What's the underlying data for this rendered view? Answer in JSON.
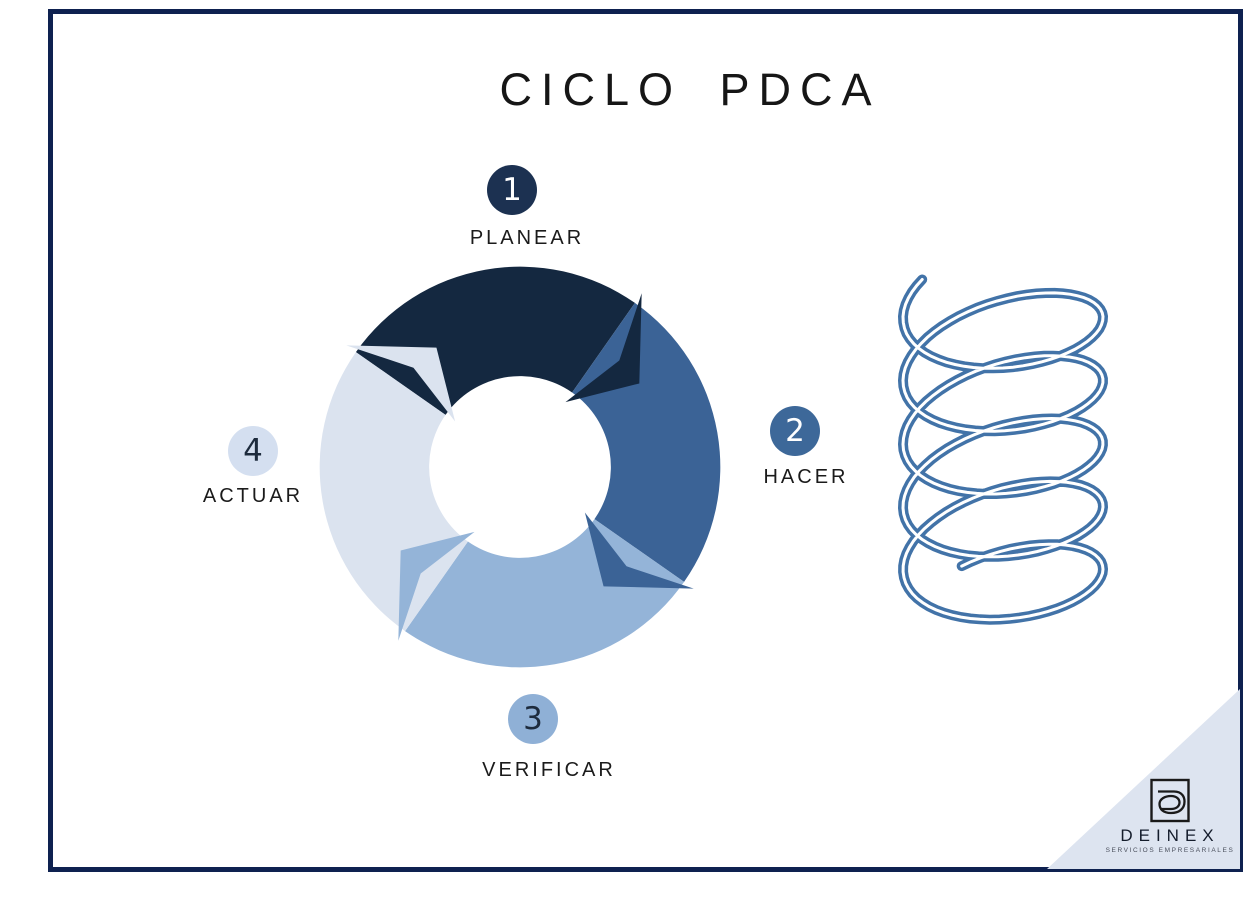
{
  "page": {
    "title": "CICLO PDCA"
  },
  "frame": {
    "border_color": "#0e2150"
  },
  "cycle": {
    "direction": "clockwise",
    "steps": [
      {
        "number": "1",
        "label": "Planear",
        "segment_color": "#142840",
        "badge_bg": "#1c3151",
        "badge_fg": "#ffffff"
      },
      {
        "number": "2",
        "label": "Hacer",
        "segment_color": "#3b6396",
        "badge_bg": "#3d6899",
        "badge_fg": "#ffffff"
      },
      {
        "number": "3",
        "label": "Verificar",
        "segment_color": "#94b4d8",
        "badge_bg": "#8fb0d6",
        "badge_fg": "#1d2b3d"
      },
      {
        "number": "4",
        "label": "Actuar",
        "segment_color": "#dbe3ef",
        "badge_bg": "#d4dff0",
        "badge_fg": "#1d2b3d"
      }
    ]
  },
  "spring": {
    "color": "#4273a8",
    "core_color": "#ffffff"
  },
  "corner": {
    "triangle_color": "#dde4f0"
  },
  "logo": {
    "name": "DEINEX",
    "tagline": "SERVICIOS EMPRESARIALES",
    "mark_color": "#1a1a1a"
  }
}
